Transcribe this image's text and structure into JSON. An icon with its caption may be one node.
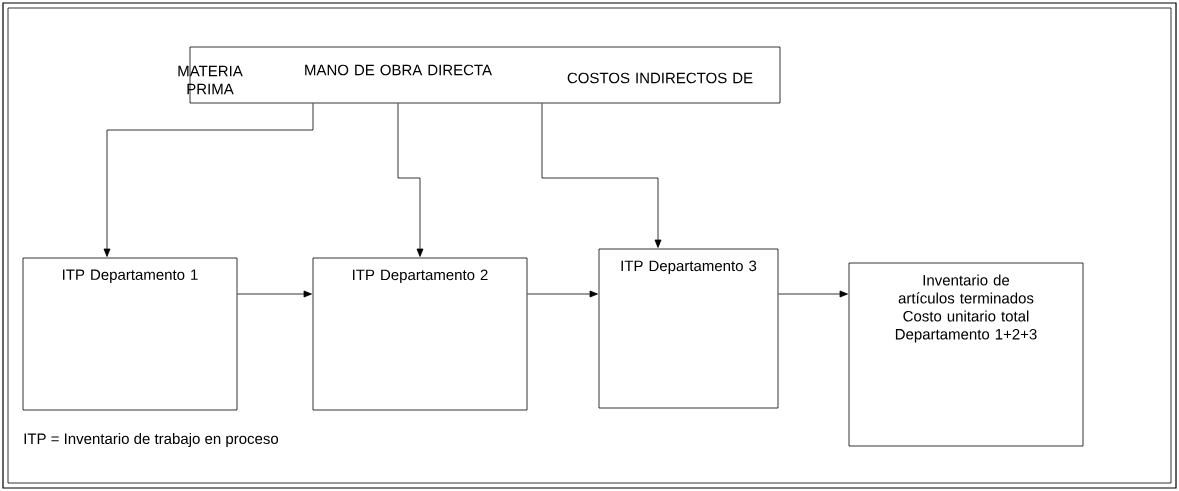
{
  "diagram": {
    "nodes": [
      {
        "text": [
          "MATERIA PRIMA",
          "MANO DE OBRA DIRECTA",
          "COSTOS INDIRECTOS DE"
        ]
      },
      {
        "text": [
          "ITP Departamento 1"
        ]
      },
      {
        "text": [
          "ITP Departamento 2"
        ]
      },
      {
        "text": [
          "ITP Departamento 3"
        ]
      },
      {
        "text": [
          "Inventario de artículos terminados",
          "Costo unitario total Departamento 1+2+3"
        ]
      }
    ],
    "edges": [
      {
        "from": 0,
        "to": 1,
        "arrow": "to"
      },
      {
        "from": 0,
        "to": 2,
        "arrow": "to"
      },
      {
        "from": 0,
        "to": 3,
        "arrow": "to"
      },
      {
        "from": 1,
        "to": 2,
        "arrow": "to"
      },
      {
        "from": 2,
        "to": 3,
        "arrow": "to"
      },
      {
        "from": 3,
        "to": 4,
        "arrow": "to"
      }
    ],
    "labels": [
      "ITP = Inventario de trabajo en proceso"
    ]
  }
}
